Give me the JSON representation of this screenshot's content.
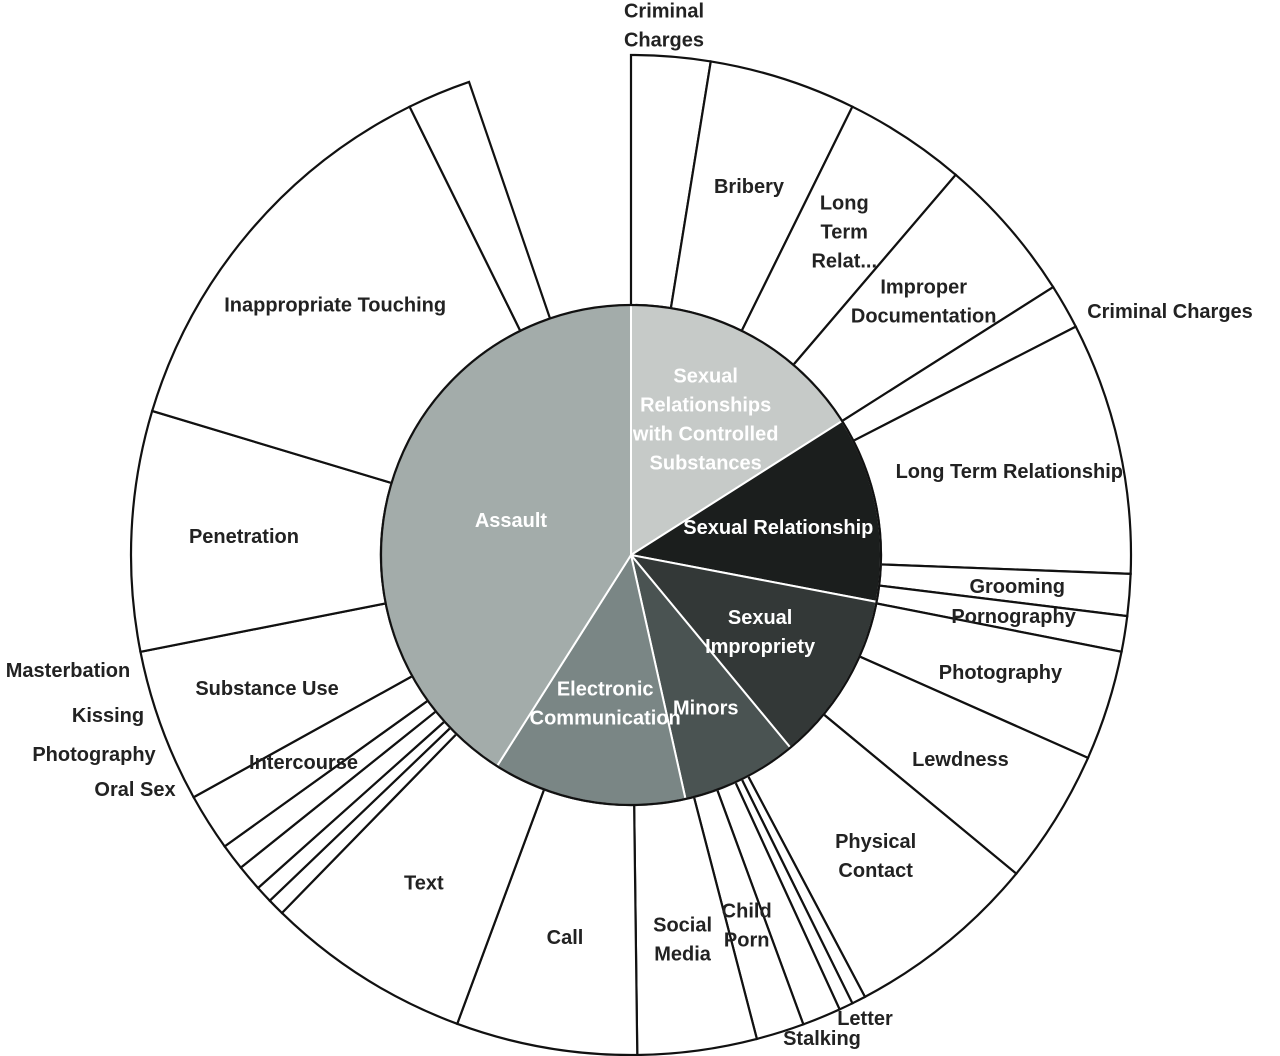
{
  "chart_data": {
    "type": "sunburst",
    "inner_ring": [
      {
        "name": "Sexual Relationships with Controlled Substances",
        "lines": [
          "Sexual",
          "Relationships",
          "with Controlled",
          "Substances"
        ],
        "share": 0.16,
        "color": "#c6cac8",
        "text_color": "#ffffff"
      },
      {
        "name": "Sexual Relationship",
        "lines": [
          "Sexual Relationship"
        ],
        "share": 0.12,
        "color": "#1b1e1d",
        "text_color": "#ffffff"
      },
      {
        "name": "Sexual Impropriety",
        "lines": [
          "Sexual",
          "Impropriety"
        ],
        "share": 0.11,
        "color": "#333837",
        "text_color": "#ffffff"
      },
      {
        "name": "Minors",
        "lines": [
          "Minors"
        ],
        "share": 0.075,
        "color": "#4a5352",
        "text_color": "#ffffff"
      },
      {
        "name": "Electronic Communication",
        "lines": [
          "Electronic",
          "Communication"
        ],
        "share": 0.125,
        "color": "#7a8685",
        "text_color": "#ffffff"
      },
      {
        "name": "Assault",
        "lines": [
          "Assault"
        ],
        "share": 0.41,
        "color": "#a3acaa",
        "text_color": "#ffffff"
      }
    ],
    "outer_ring": [
      {
        "name": "Criminal Charges",
        "parent": "Sexual Relationships with Controlled Substances",
        "lines": [
          "Criminal",
          "Charges"
        ],
        "share": 0.0255
      },
      {
        "name": "Bribery",
        "parent": "Sexual Relationships with Controlled Substances",
        "lines": [
          "Bribery"
        ],
        "share": 0.0475
      },
      {
        "name": "Long Term Relat...",
        "parent": "Sexual Relationships with Controlled Substances",
        "lines": [
          "Long",
          "Term",
          "Relat..."
        ],
        "share": 0.0395
      },
      {
        "name": "Improper Documentation",
        "parent": "Sexual Relationships with Controlled Substances",
        "lines": [
          "Improper",
          "Documentation"
        ],
        "share": 0.0475
      },
      {
        "name": "Criminal Charges",
        "parent": "Sexual Relationship",
        "lines": [
          "Criminal Charges"
        ],
        "share": 0.0145
      },
      {
        "name": "Long Term Relationship",
        "parent": "Sexual Relationship",
        "lines": [
          "Long Term Relationship"
        ],
        "share": 0.0815
      },
      {
        "name": "Grooming",
        "parent": "Sexual Relationship",
        "lines": [
          "Grooming"
        ],
        "share": 0.0135
      },
      {
        "name": "Pornography",
        "parent": "Sexual Relationship",
        "lines": [
          "Pornography"
        ],
        "share": 0.0115
      },
      {
        "name": "Photography",
        "parent": "Sexual Impropriety",
        "lines": [
          "Photography"
        ],
        "share": 0.0355
      },
      {
        "name": "Lewdness",
        "parent": "Sexual Impropriety",
        "lines": [
          "Lewdness"
        ],
        "share": 0.0435
      },
      {
        "name": "Physical Contact",
        "parent": "Sexual Impropriety",
        "lines": [
          "Physical",
          "Contact"
        ],
        "share": 0.0625
      },
      {
        "name": "Letter",
        "parent": "Minors",
        "lines": [
          "Letter"
        ],
        "share": 0.0045
      },
      {
        "name": "Stalking",
        "parent": "Minors",
        "lines": [
          "Stalking"
        ],
        "share": 0.0045
      },
      {
        "name": "",
        "parent": "Minors",
        "lines": [],
        "share": 0.0125
      },
      {
        "name": "Child Porn",
        "parent": "Minors",
        "lines": [
          "Child",
          "Porn"
        ],
        "share": 0.0155
      },
      {
        "name": "Social Media",
        "parent": "Minors",
        "lines": [
          "Social",
          "Media"
        ],
        "share": 0.0385
      },
      {
        "name": "Call",
        "parent": "Electronic Communication",
        "lines": [
          "Call"
        ],
        "share": 0.0585
      },
      {
        "name": "Text",
        "parent": "Electronic Communication",
        "lines": [
          "Text"
        ],
        "share": 0.0665
      },
      {
        "name": "Oral Sex",
        "parent": "Assault",
        "lines": [
          "Oral Sex"
        ],
        "share": 0.0055
      },
      {
        "name": "Photography",
        "parent": "Assault",
        "lines": [
          "Photography"
        ],
        "share": 0.0055
      },
      {
        "name": "Kissing",
        "parent": "Assault",
        "lines": [
          "Kissing"
        ],
        "share": 0.0085
      },
      {
        "name": "Masterbation",
        "parent": "Assault",
        "lines": [
          "Masterbation"
        ],
        "share": 0.0085
      },
      {
        "name": "Intercourse",
        "parent": "Assault",
        "lines": [
          "Intercourse"
        ],
        "share": 0.0185
      },
      {
        "name": "Substance Use",
        "parent": "Assault",
        "lines": [
          "Substance Use"
        ],
        "share": 0.0495
      },
      {
        "name": "Penetration",
        "parent": "Assault",
        "lines": [
          "Penetration"
        ],
        "share": 0.0775
      },
      {
        "name": "Inappropriate Touching",
        "parent": "Assault",
        "lines": [
          "Inappropriate Touching"
        ],
        "share": 0.1305
      },
      {
        "name": "",
        "parent": "Assault",
        "lines": [],
        "share": 0.0205
      }
    ],
    "colors": {
      "outer_fill": "#ffffff",
      "stroke": "#111111"
    }
  }
}
